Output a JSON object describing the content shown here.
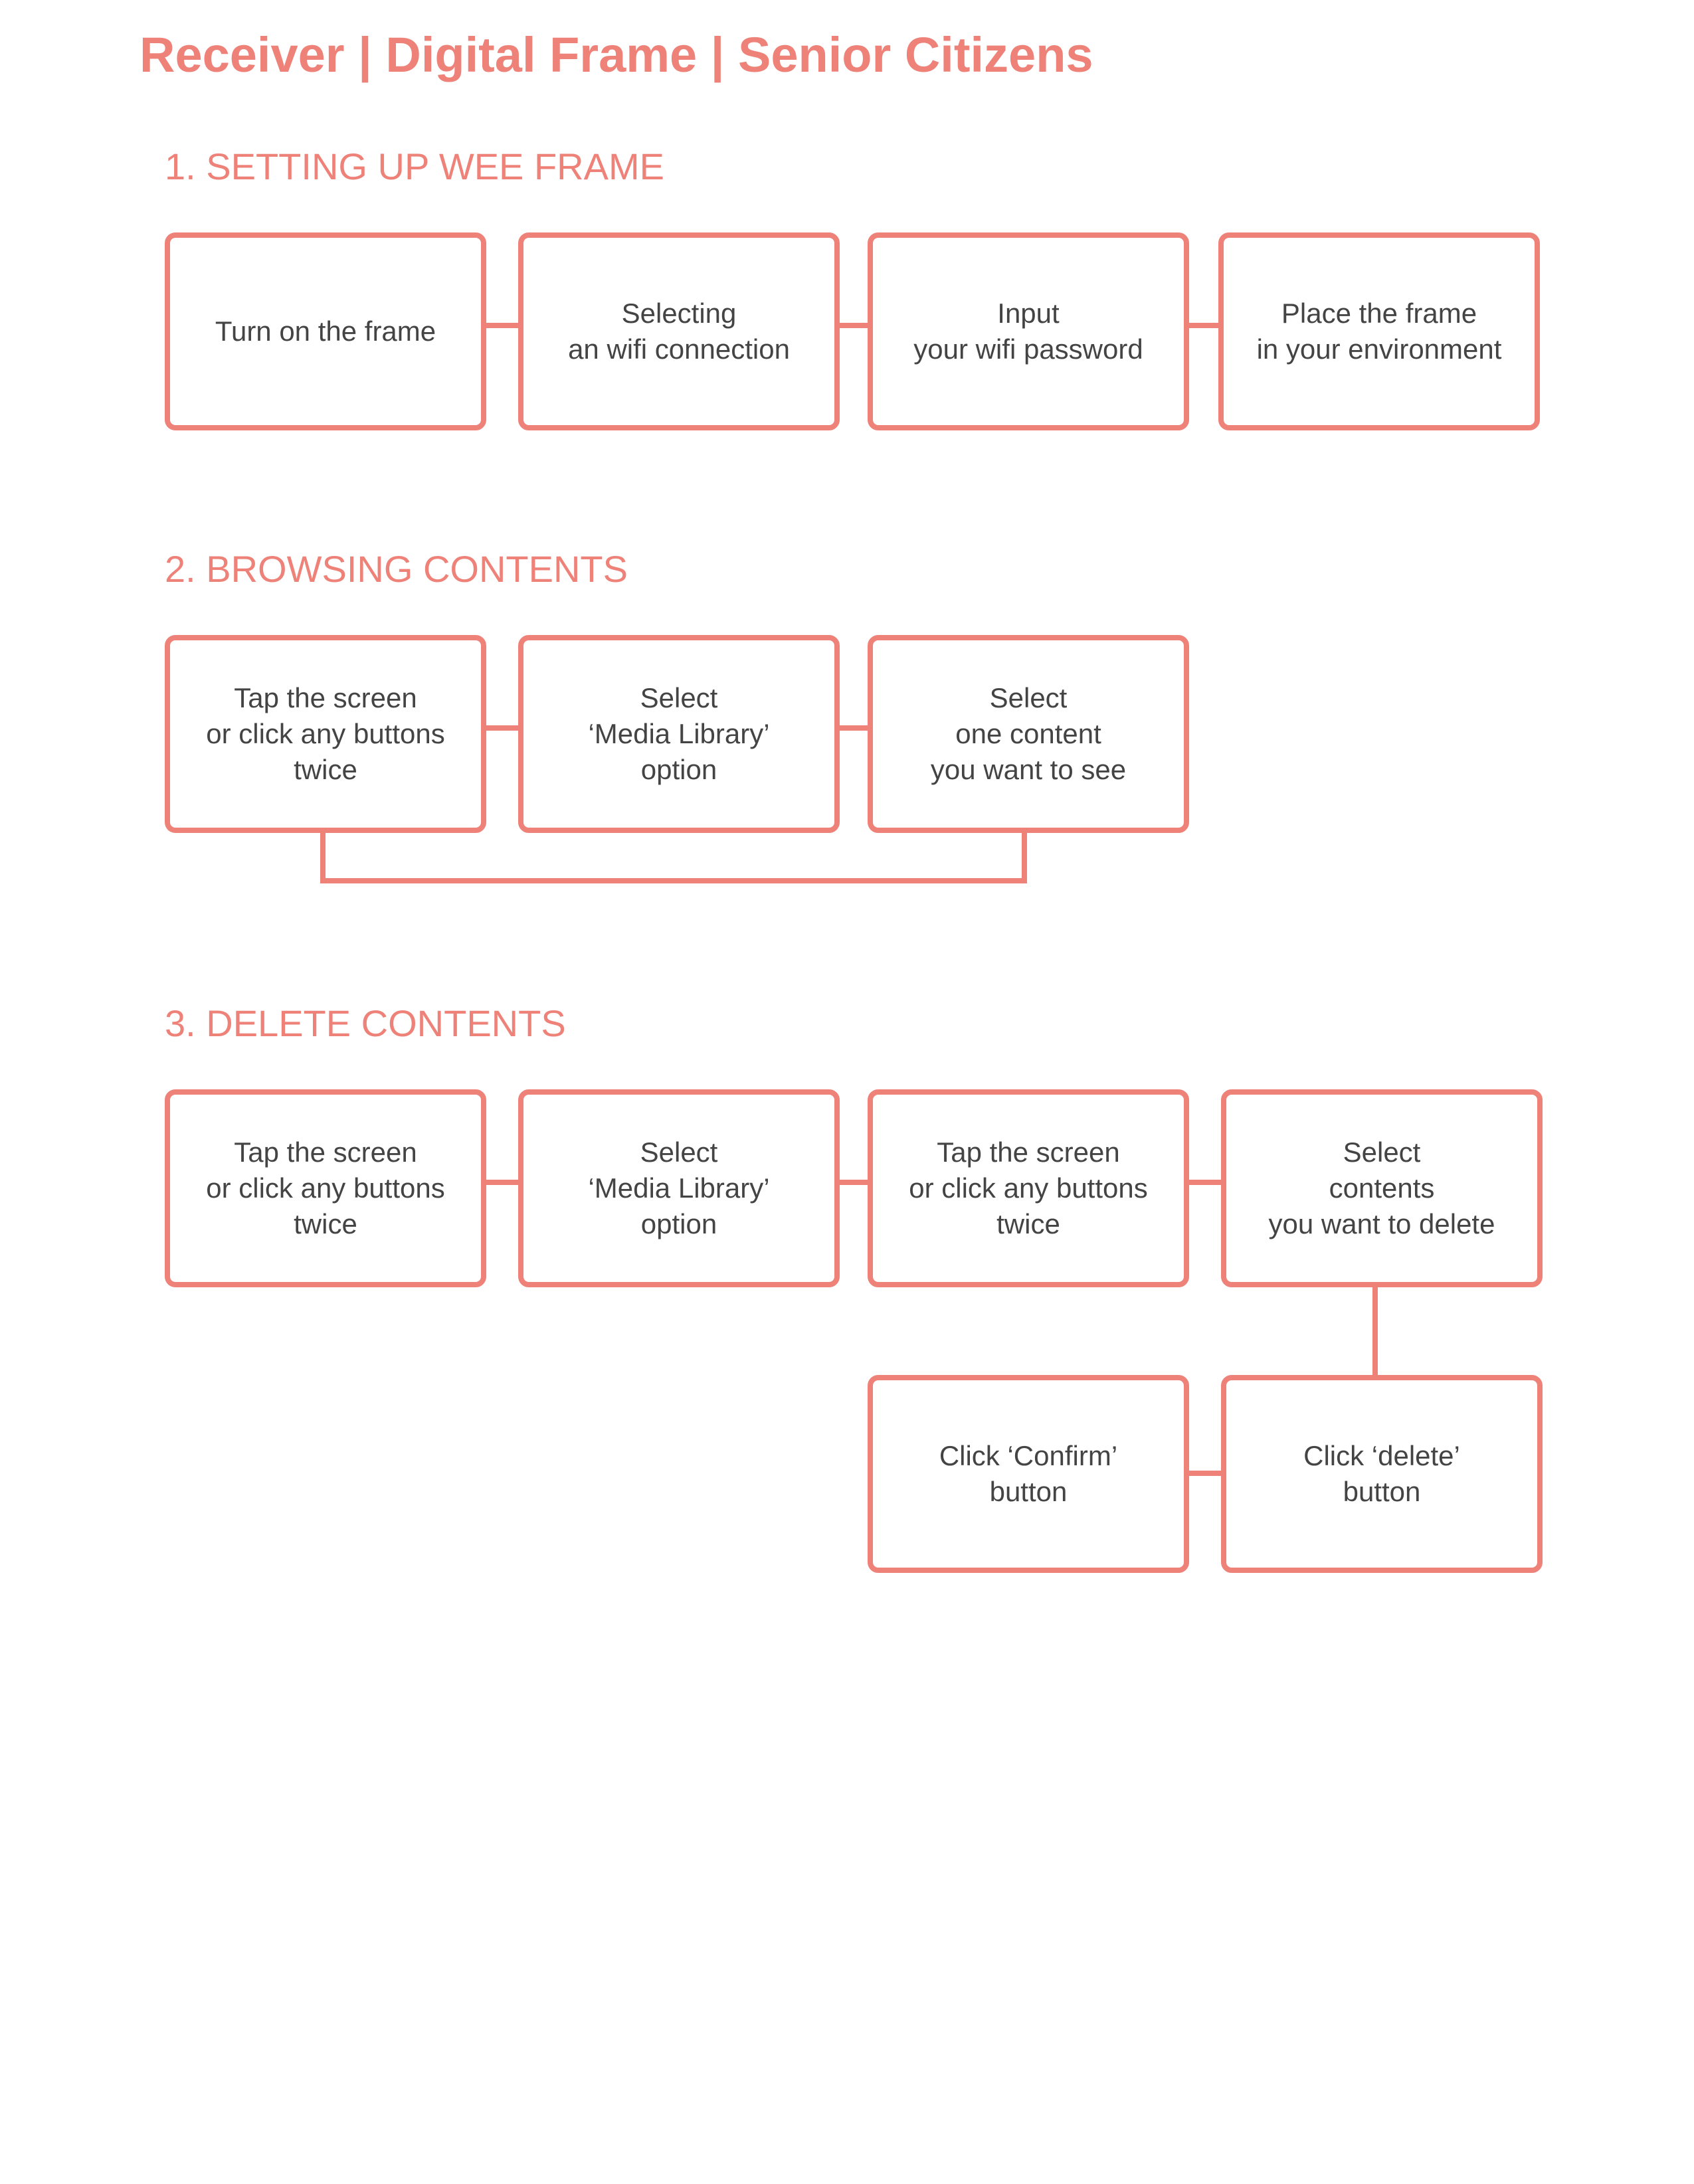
{
  "page": {
    "title": "Receiver | Digital Frame | Senior Citizens"
  },
  "sections": [
    {
      "title": "1. SETTING UP WEE FRAME",
      "steps": [
        "Turn on the frame",
        "Selecting\nan wifi connection",
        "Input\nyour wifi password",
        "Place the frame\nin your environment"
      ]
    },
    {
      "title": "2. BROWSING CONTENTS",
      "steps": [
        "Tap the screen\nor click any buttons\ntwice",
        "Select\n‘Media Library’\noption",
        "Select\none content\nyou want to see"
      ]
    },
    {
      "title": "3. DELETE CONTENTS",
      "steps": [
        "Tap the screen\nor click any buttons\ntwice",
        "Select\n‘Media Library’\noption",
        "Tap the screen\nor click any buttons\ntwice",
        "Select\ncontents\nyou want to delete",
        "Click ‘delete’\nbutton",
        "Click ‘Confirm’\nbutton"
      ]
    }
  ],
  "colors": {
    "accent": "#ee8279",
    "text": "#444444",
    "background": "#ffffff"
  }
}
